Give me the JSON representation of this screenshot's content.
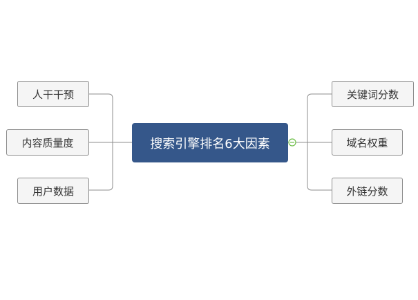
{
  "mindmap": {
    "root": {
      "label": "搜索引擎排名6大因素"
    },
    "left_topics": [
      {
        "label": "人干干预"
      },
      {
        "label": "内容质量度"
      },
      {
        "label": "用户数据"
      }
    ],
    "right_topics": [
      {
        "label": "关键词分数"
      },
      {
        "label": "域名权重"
      },
      {
        "label": "外链分数"
      }
    ]
  },
  "colors": {
    "root_fill": "#35578a",
    "root_text": "#ffffff",
    "node_fill": "#f5f5f5",
    "node_border": "#8c8c8c",
    "connector": "#8c8c8c",
    "collapse_toggle": "#6fbf4a"
  }
}
